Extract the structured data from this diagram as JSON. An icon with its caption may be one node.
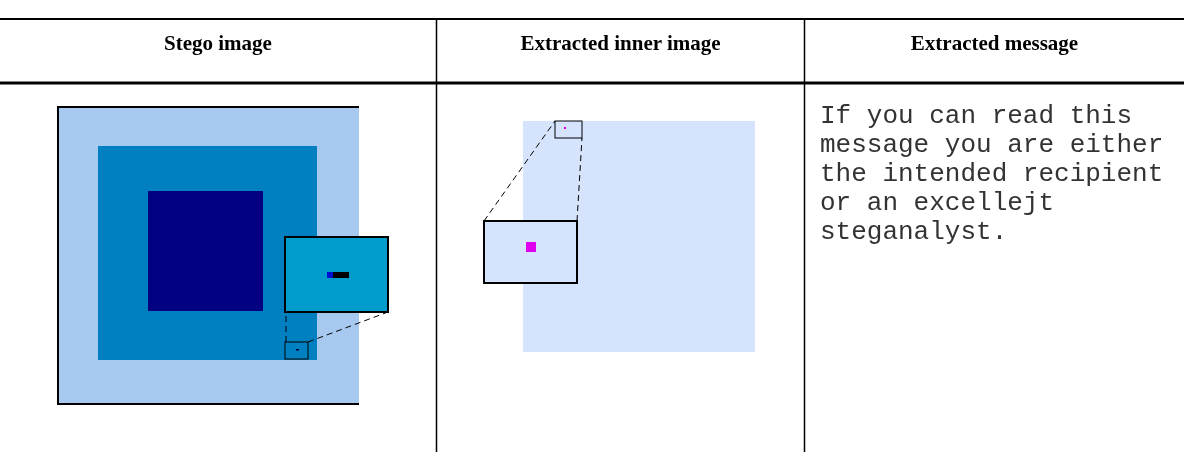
{
  "diagram": {
    "labels": [
      "Stego image",
      "Extracted inner image",
      "Extracted message",
      "If you can read this message you are either the intended recipient or an excellejt steganalyst."
    ]
  }
}
